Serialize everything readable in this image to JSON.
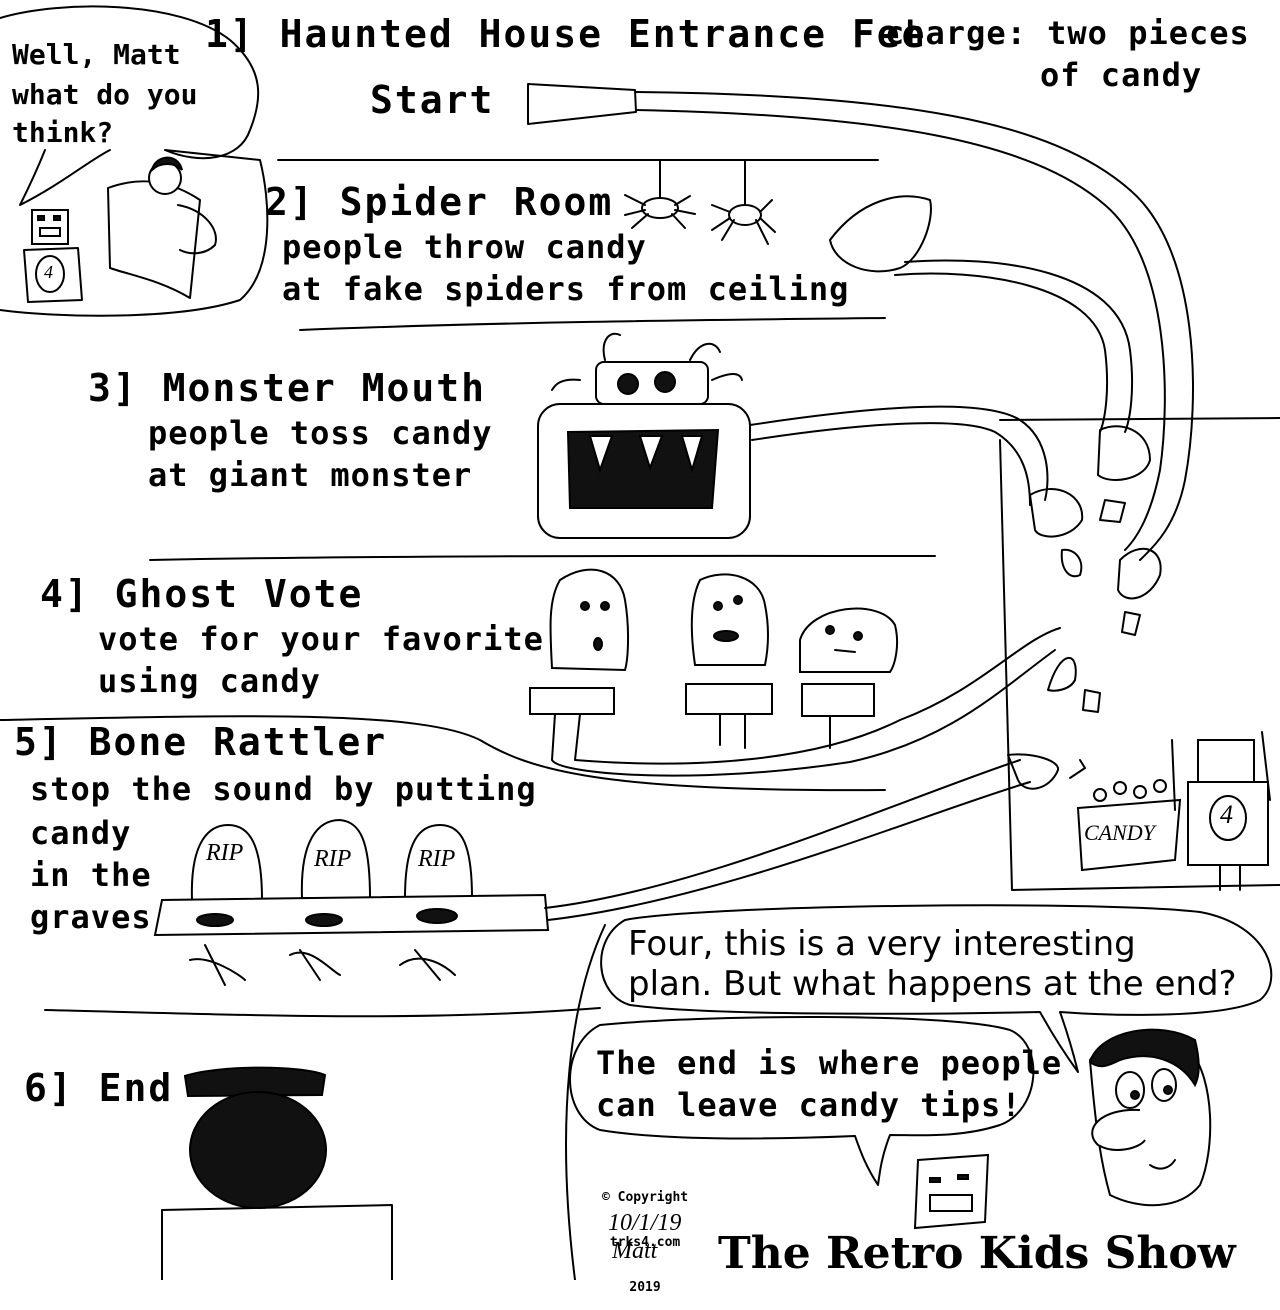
{
  "stations": [
    {
      "title": "1] Haunted House Entrance Fee",
      "desc": [],
      "charge": [
        "charge: two pieces",
        "of candy"
      ],
      "start": "Start"
    },
    {
      "title": "2] Spider Room",
      "desc": [
        "people throw candy",
        "at fake spiders from ceiling"
      ]
    },
    {
      "title": "3] Monster Mouth",
      "desc": [
        "people toss candy",
        "at giant monster"
      ]
    },
    {
      "title": "4] Ghost Vote",
      "desc": [
        "vote for your favorite",
        "using candy"
      ]
    },
    {
      "title": "5] Bone Rattler",
      "desc": [
        "stop the sound by putting",
        "candy",
        "in the",
        "graves"
      ]
    },
    {
      "title": "6] End",
      "desc": []
    }
  ],
  "grave_labels": [
    "RIP",
    "RIP",
    "RIP"
  ],
  "candy_box_label": "CANDY",
  "speech": {
    "top_left": [
      "Well, Matt",
      "what do you",
      "think?"
    ],
    "matt": [
      "Four, this is a very interesting",
      "plan. But what happens at the end?"
    ],
    "four": [
      "The end is where people",
      "can leave candy tips!"
    ]
  },
  "robot_badge": "4",
  "copyright": [
    "© Copyright",
    "trks4.com",
    "2019"
  ],
  "signature": [
    "10/1/19",
    "Matt"
  ],
  "show_title": "The Retro Kids Show"
}
